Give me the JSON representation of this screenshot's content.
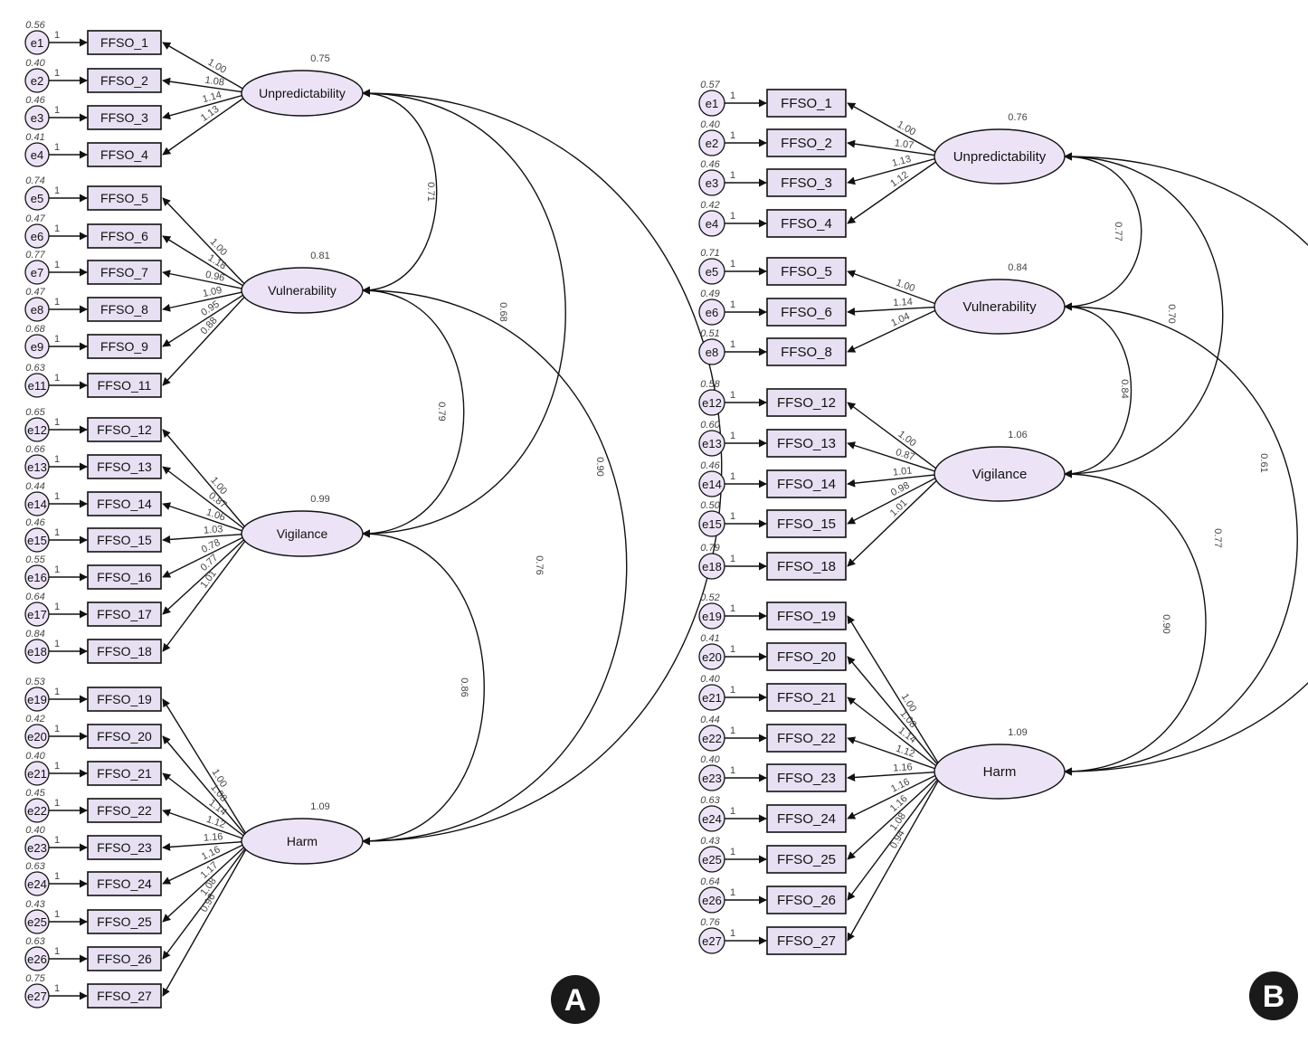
{
  "colors": {
    "box_fill": "#e6e0f2",
    "latent_fill": "#ece4f6",
    "error_fill": "#ece4f6",
    "stroke": "#111111",
    "panel_badge": "#1a1a1a"
  },
  "panels": [
    {
      "label": "A",
      "indicators": [
        {
          "error": "e1",
          "item": "FFSO_1",
          "variance": "0.56",
          "loading": "1.00",
          "fix": "1"
        },
        {
          "error": "e2",
          "item": "FFSO_2",
          "variance": "0.40",
          "loading": "1.08",
          "fix": "1"
        },
        {
          "error": "e3",
          "item": "FFSO_3",
          "variance": "0.46",
          "loading": "1.14",
          "fix": "1"
        },
        {
          "error": "e4",
          "item": "FFSO_4",
          "variance": "0.41",
          "loading": "1.13",
          "fix": "1"
        },
        {
          "error": "e5",
          "item": "FFSO_5",
          "variance": "0.74",
          "loading": "1.00",
          "fix": "1"
        },
        {
          "error": "e6",
          "item": "FFSO_6",
          "variance": "0.47",
          "loading": "1.18",
          "fix": "1"
        },
        {
          "error": "e7",
          "item": "FFSO_7",
          "variance": "0.77",
          "loading": "0.96",
          "fix": "1"
        },
        {
          "error": "e8",
          "item": "FFSO_8",
          "variance": "0.47",
          "loading": "1.09",
          "fix": "1"
        },
        {
          "error": "e9",
          "item": "FFSO_9",
          "variance": "0.68",
          "loading": "0.95",
          "fix": "1"
        },
        {
          "error": "e11",
          "item": "FFSO_11",
          "variance": "0.63",
          "loading": "0.88",
          "fix": "1"
        },
        {
          "error": "e12",
          "item": "FFSO_12",
          "variance": "0.65",
          "loading": "1.00",
          "fix": "1"
        },
        {
          "error": "e13",
          "item": "FFSO_13",
          "variance": "0.66",
          "loading": "0.87",
          "fix": "1"
        },
        {
          "error": "e14",
          "item": "FFSO_14",
          "variance": "0.44",
          "loading": "1.06",
          "fix": "1"
        },
        {
          "error": "e15",
          "item": "FFSO_15",
          "variance": "0.46",
          "loading": "1.03",
          "fix": "1"
        },
        {
          "error": "e16",
          "item": "FFSO_16",
          "variance": "0.55",
          "loading": "0.78",
          "fix": "1"
        },
        {
          "error": "e17",
          "item": "FFSO_17",
          "variance": "0.64",
          "loading": "0.77",
          "fix": "1"
        },
        {
          "error": "e18",
          "item": "FFSO_18",
          "variance": "0.84",
          "loading": "1.01",
          "fix": "1"
        },
        {
          "error": "e19",
          "item": "FFSO_19",
          "variance": "0.53",
          "loading": "1.00",
          "fix": "1"
        },
        {
          "error": "e20",
          "item": "FFSO_20",
          "variance": "0.42",
          "loading": "1.08",
          "fix": "1"
        },
        {
          "error": "e21",
          "item": "FFSO_21",
          "variance": "0.40",
          "loading": "1.14",
          "fix": "1"
        },
        {
          "error": "e22",
          "item": "FFSO_22",
          "variance": "0.45",
          "loading": "1.12",
          "fix": "1"
        },
        {
          "error": "e23",
          "item": "FFSO_23",
          "variance": "0.40",
          "loading": "1.16",
          "fix": "1"
        },
        {
          "error": "e24",
          "item": "FFSO_24",
          "variance": "0.63",
          "loading": "1.16",
          "fix": "1"
        },
        {
          "error": "e25",
          "item": "FFSO_25",
          "variance": "0.43",
          "loading": "1.17",
          "fix": "1"
        },
        {
          "error": "e26",
          "item": "FFSO_26",
          "variance": "0.63",
          "loading": "1.08",
          "fix": "1"
        },
        {
          "error": "e27",
          "item": "FFSO_27",
          "variance": "0.75",
          "loading": "0.96",
          "fix": "1"
        }
      ],
      "latents": [
        {
          "name": "Unpredictability",
          "variance": "0.75"
        },
        {
          "name": "Vulnerability",
          "variance": "0.81"
        },
        {
          "name": "Vigilance",
          "variance": "0.99"
        },
        {
          "name": "Harm",
          "variance": "1.09"
        }
      ],
      "covariances": [
        "0.71",
        "0.68",
        "0.90",
        "0.79",
        "0.76",
        "0.86"
      ]
    },
    {
      "label": "B",
      "indicators": [
        {
          "error": "e1",
          "item": "FFSO_1",
          "variance": "0.57",
          "loading": "1.00",
          "fix": "1"
        },
        {
          "error": "e2",
          "item": "FFSO_2",
          "variance": "0.40",
          "loading": "1.07",
          "fix": "1"
        },
        {
          "error": "e3",
          "item": "FFSO_3",
          "variance": "0.46",
          "loading": "1.13",
          "fix": "1"
        },
        {
          "error": "e4",
          "item": "FFSO_4",
          "variance": "0.42",
          "loading": "1.12",
          "fix": "1"
        },
        {
          "error": "e5",
          "item": "FFSO_5",
          "variance": "0.71",
          "loading": "1.00",
          "fix": "1"
        },
        {
          "error": "e6",
          "item": "FFSO_6",
          "variance": "0.49",
          "loading": "1.14",
          "fix": "1"
        },
        {
          "error": "e8",
          "item": "FFSO_8",
          "variance": "0.51",
          "loading": "1.04",
          "fix": "1"
        },
        {
          "error": "e12",
          "item": "FFSO_12",
          "variance": "0.58",
          "loading": "1.00",
          "fix": "1"
        },
        {
          "error": "e13",
          "item": "FFSO_13",
          "variance": "0.60",
          "loading": "0.87",
          "fix": "1"
        },
        {
          "error": "e14",
          "item": "FFSO_14",
          "variance": "0.46",
          "loading": "1.01",
          "fix": "1"
        },
        {
          "error": "e15",
          "item": "FFSO_15",
          "variance": "0.50",
          "loading": "0.98",
          "fix": "1"
        },
        {
          "error": "e18",
          "item": "FFSO_18",
          "variance": "0.79",
          "loading": "1.01",
          "fix": "1"
        },
        {
          "error": "e19",
          "item": "FFSO_19",
          "variance": "0.52",
          "loading": "1.00",
          "fix": "1"
        },
        {
          "error": "e20",
          "item": "FFSO_20",
          "variance": "0.41",
          "loading": "1.08",
          "fix": "1"
        },
        {
          "error": "e21",
          "item": "FFSO_21",
          "variance": "0.40",
          "loading": "1.14",
          "fix": "1"
        },
        {
          "error": "e22",
          "item": "FFSO_22",
          "variance": "0.44",
          "loading": "1.12",
          "fix": "1"
        },
        {
          "error": "e23",
          "item": "FFSO_23",
          "variance": "0.40",
          "loading": "1.16",
          "fix": "1"
        },
        {
          "error": "e24",
          "item": "FFSO_24",
          "variance": "0.63",
          "loading": "1.16",
          "fix": "1"
        },
        {
          "error": "e25",
          "item": "FFSO_25",
          "variance": "0.43",
          "loading": "1.16",
          "fix": "1"
        },
        {
          "error": "e26",
          "item": "FFSO_26",
          "variance": "0.64",
          "loading": "1.08",
          "fix": "1"
        },
        {
          "error": "e27",
          "item": "FFSO_27",
          "variance": "0.76",
          "loading": "0.94",
          "fix": "1"
        }
      ],
      "latents": [
        {
          "name": "Unpredictability",
          "variance": "0.76"
        },
        {
          "name": "Vulnerability",
          "variance": "0.84"
        },
        {
          "name": "Vigilance",
          "variance": "1.06"
        },
        {
          "name": "Harm",
          "variance": "1.09"
        }
      ],
      "covariances": [
        "0.77",
        "0.70",
        "0.61",
        "0.84",
        "0.77",
        "0.90"
      ]
    }
  ]
}
